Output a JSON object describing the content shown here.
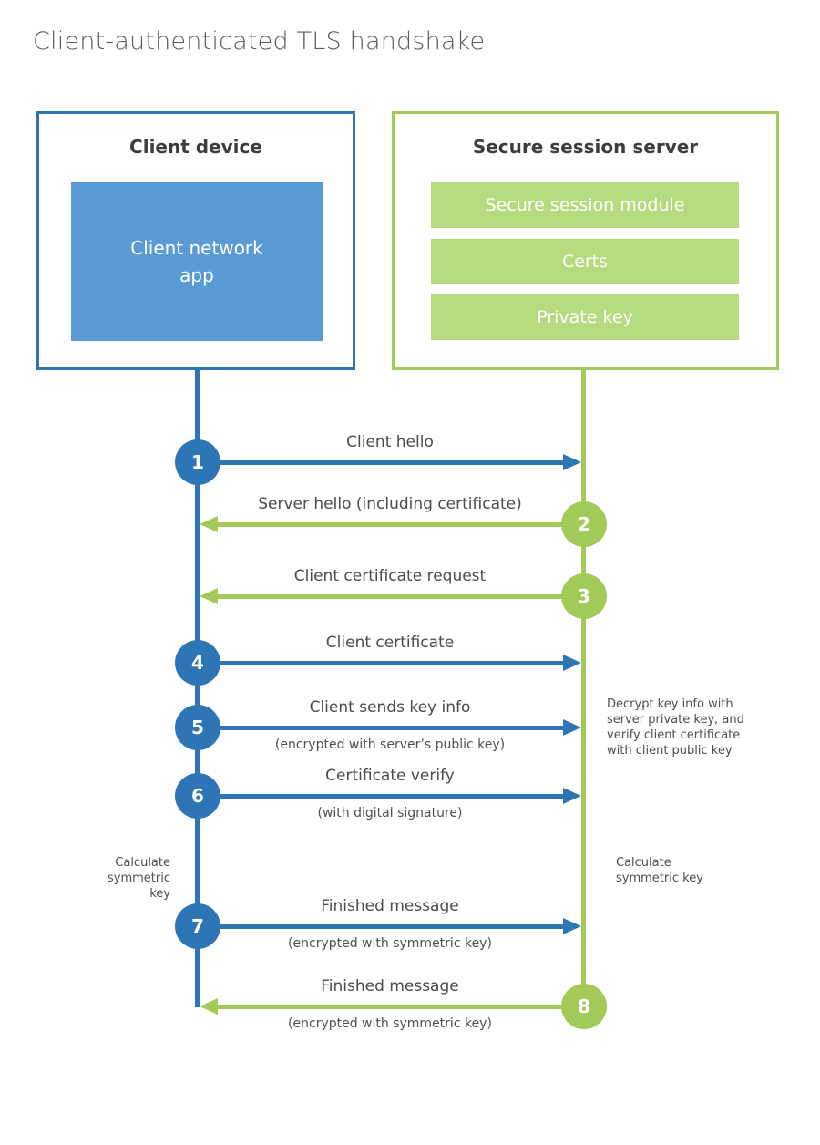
{
  "title": "Client-authenticated TLS handshake",
  "colors": {
    "blue": "#2E75B6",
    "blue_light": "#5B9BD5",
    "green": "#A2CA58",
    "green_light": "#B6DB7F"
  },
  "client_box": {
    "title": "Client device",
    "app_label": "Client network app"
  },
  "server_box": {
    "title": "Secure session server",
    "modules": [
      "Secure session module",
      "Certs",
      "Private key"
    ]
  },
  "flows": [
    {
      "num": "1",
      "direction": "right",
      "color": "blue",
      "label": "Client hello",
      "sub": ""
    },
    {
      "num": "2",
      "direction": "left",
      "color": "green",
      "label": "Server hello (including certificate)",
      "sub": ""
    },
    {
      "num": "3",
      "direction": "left",
      "color": "green",
      "label": "Client certificate request",
      "sub": ""
    },
    {
      "num": "4",
      "direction": "right",
      "color": "blue",
      "label": "Client certificate",
      "sub": ""
    },
    {
      "num": "5",
      "direction": "right",
      "color": "blue",
      "label": "Client sends key info",
      "sub": "(encrypted with server’s public key)"
    },
    {
      "num": "6",
      "direction": "right",
      "color": "blue",
      "label": "Certificate verify",
      "sub": "(with digital signature)"
    },
    {
      "num": "7",
      "direction": "right",
      "color": "blue",
      "label": "Finished message",
      "sub": "(encrypted with symmetric key)"
    },
    {
      "num": "8",
      "direction": "left",
      "color": "green",
      "label": "Finished message",
      "sub": "(encrypted with symmetric key)"
    }
  ],
  "annotations": {
    "decrypt_note": "Decrypt key info with server private key, and verify client certificate with client public key",
    "calc_left": "Calculate symmetric key",
    "calc_right": "Calculate symmetric key"
  }
}
